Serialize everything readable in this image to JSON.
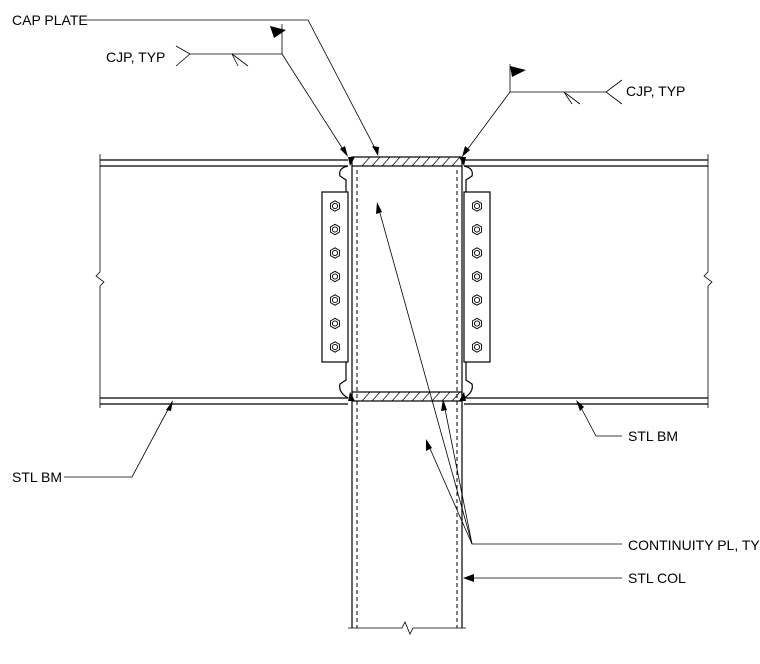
{
  "labels": {
    "cap_plate": "CAP PLATE",
    "cjp_left": "CJP, TYP",
    "cjp_right": "CJP, TYP",
    "stl_bm_left": "STL BM",
    "stl_bm_right": "STL BM",
    "continuity_pl": "CONTINUITY PL, TYP",
    "stl_col": "STL COL"
  },
  "bolts_per_plate": 7
}
